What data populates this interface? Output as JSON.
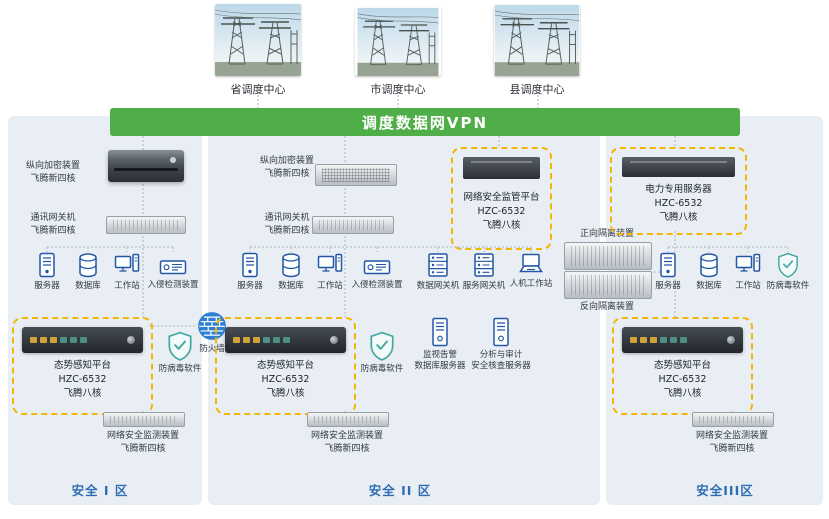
{
  "colors": {
    "banner_green": "#4fae47",
    "zone_bg": "#e9eef4",
    "highlight_yellow": "#f2b705",
    "icon_blue": "#2456a6",
    "zone_label_blue": "#2e6cb5"
  },
  "banner": {
    "title": "调度数据网VPN"
  },
  "centers": [
    {
      "label": "省调度中心"
    },
    {
      "label": "市调度中心"
    },
    {
      "label": "县调度中心"
    }
  ],
  "firewall": {
    "label": "防火墙"
  },
  "zone1": {
    "name": "安全 I 区",
    "encryption_label": {
      "line1": "纵向加密装置",
      "line2": "飞腾新四核"
    },
    "gateway_label": {
      "line1": "通讯网关机",
      "line2": "飞腾新四核"
    },
    "server": "服务器",
    "database": "数据库",
    "workstation": "工作站",
    "intrusion": "入侵检测装置",
    "situational": {
      "line1": "态势感知平台",
      "line2": "HZC-6532",
      "line3": "飞腾八核"
    },
    "antivirus": "防病毒软件",
    "monitor": {
      "line1": "网络安全监测装置",
      "line2": "飞腾新四核"
    }
  },
  "zone2": {
    "name": "安全 II 区",
    "encryption_label": {
      "line1": "纵向加密装置",
      "line2": "飞腾新四核"
    },
    "gateway_label": {
      "line1": "通讯网关机",
      "line2": "飞腾新四核"
    },
    "server": "服务器",
    "database": "数据库",
    "workstation": "工作站",
    "intrusion": "入侵检测装置",
    "supervision": {
      "line1": "网络安全监管平台",
      "line2": "HZC-6532",
      "line3": "飞腾八核"
    },
    "data_gateway": "数据网关机",
    "service_gateway": "服务网关机",
    "hmi_workstation": "人机工作站",
    "forward_isolation": "正向隔离装置",
    "reverse_isolation": "反向隔离装置",
    "situational": {
      "line1": "态势感知平台",
      "line2": "HZC-6532",
      "line3": "飞腾八核"
    },
    "antivirus": "防病毒软件",
    "alarm_server": {
      "line1": "监视告警",
      "line2": "数据库服务器"
    },
    "audit_server": {
      "line1": "分析与审计",
      "line2": "安全核查服务器"
    },
    "monitor": {
      "line1": "网络安全监测装置",
      "line2": "飞腾新四核"
    }
  },
  "zone3": {
    "name": "安全III区",
    "power_server": {
      "line1": "电力专用服务器",
      "line2": "HZC-6532",
      "line3": "飞腾八核"
    },
    "server": "服务器",
    "database": "数据库",
    "workstation": "工作站",
    "antivirus": "防病毒软件",
    "situational": {
      "line1": "态势感知平台",
      "line2": "HZC-6532",
      "line3": "飞腾八核"
    },
    "monitor": {
      "line1": "网络安全监测装置",
      "line2": "飞腾新四核"
    }
  }
}
